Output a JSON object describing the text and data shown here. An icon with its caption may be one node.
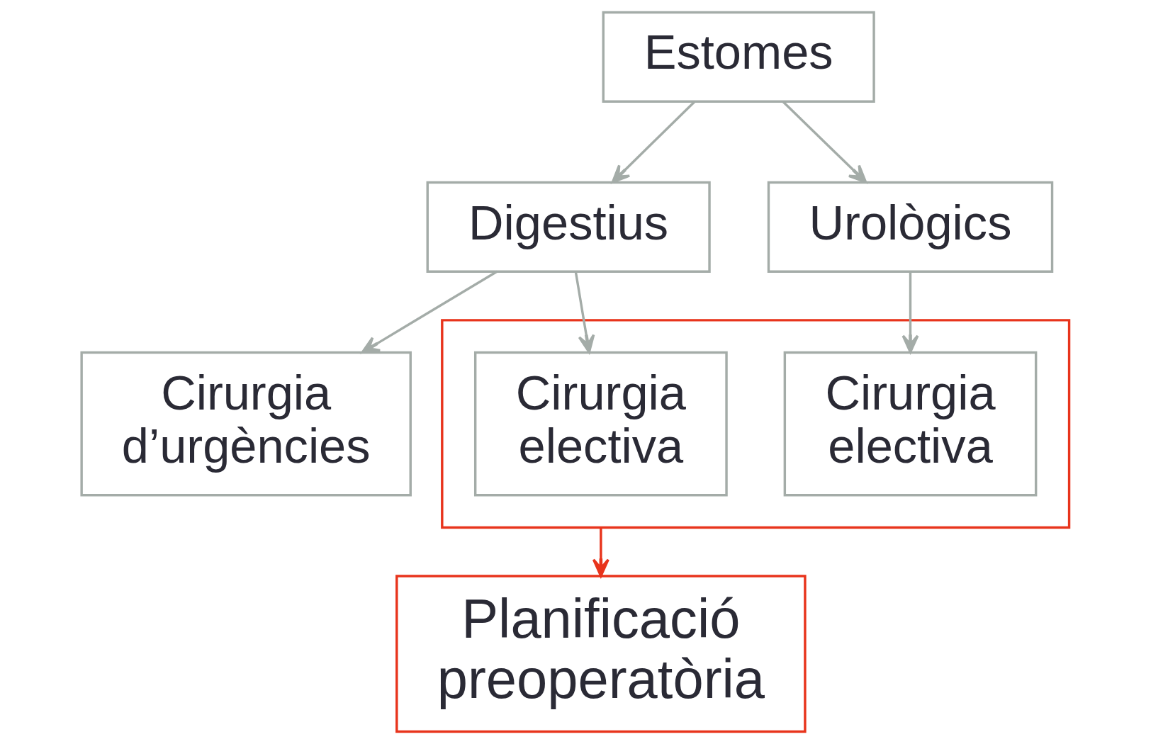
{
  "diagram": {
    "nodes": [
      {
        "text": [
          "Estomes"
        ]
      },
      {
        "text": [
          "Digestius"
        ]
      },
      {
        "text": [
          "Urològics"
        ]
      },
      {
        "text": [
          "Cirurgia d’urgències"
        ]
      },
      {
        "text": [],
        "shape": "box"
      },
      {
        "text": [
          "Cirurgia electiva"
        ],
        "in": 4
      },
      {
        "text": [
          "Cirurgia electiva"
        ],
        "in": 4
      },
      {
        "text": [
          "Planificació preoperatòria"
        ]
      }
    ],
    "edges": [
      {
        "from": 0,
        "to": 1,
        "arrow": "to"
      },
      {
        "from": 0,
        "to": 2,
        "arrow": "to"
      },
      {
        "from": 1,
        "to": 3,
        "arrow": "to"
      },
      {
        "from": 1,
        "to": 5,
        "arrow": "to"
      },
      {
        "from": 2,
        "to": 6,
        "arrow": "to"
      },
      {
        "from": 4,
        "to": 7,
        "arrow": "to",
        "color": "#e8341c"
      }
    ]
  }
}
